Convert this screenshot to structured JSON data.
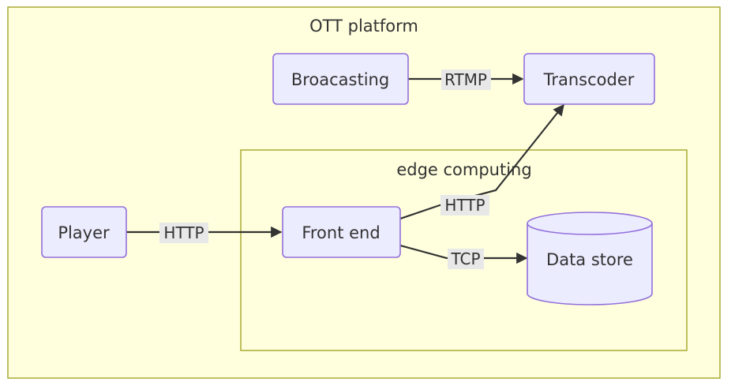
{
  "clusters": {
    "outer": {
      "title": "OTT platform"
    },
    "inner": {
      "title": "edge computing"
    }
  },
  "nodes": {
    "broadcasting": {
      "label": "Broacasting"
    },
    "transcoder": {
      "label": "Transcoder"
    },
    "player": {
      "label": "Player"
    },
    "frontend": {
      "label": "Front end"
    },
    "datastore": {
      "label": "Data store"
    }
  },
  "edges": {
    "broadcast_to_transcoder": {
      "label": "RTMP"
    },
    "player_to_frontend": {
      "label": "HTTP"
    },
    "frontend_to_transcoder": {
      "label": "HTTP"
    },
    "frontend_to_datastore": {
      "label": "TCP"
    }
  },
  "colors": {
    "cluster_fill": "#ffffde",
    "cluster_border": "#aaaa33",
    "node_fill": "#ececff",
    "node_border": "#9370db",
    "edge": "#333333",
    "edge_label_bg": "#e8e8e8",
    "text": "#333333"
  }
}
